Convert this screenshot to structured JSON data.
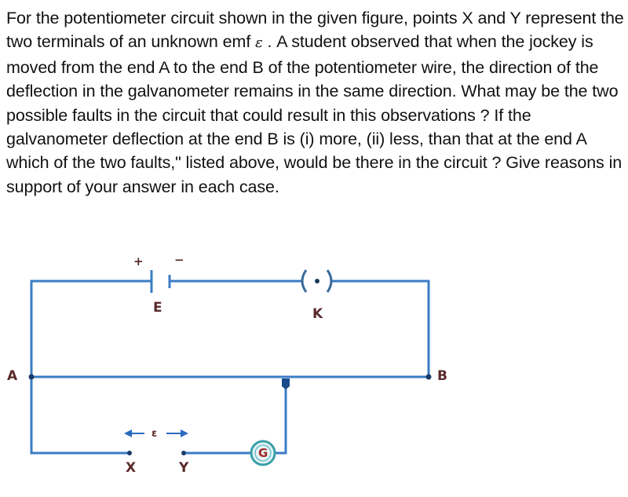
{
  "question": {
    "part1": "For the potentiometer circuit shown in the given figure, points X and Y represent the two terminals of an unknown emf",
    "emf_symbol": "ε",
    "part2": ". A student observed that when the jockey is moved from the end A to the end B of the potentiometer wire, the direction of the deflection in the galvanometer remains in the same direction. What may be the two possible faults in the circuit that could result in this observations ? If the galvanometer deflection at the end B is (i) more, (ii) less, than that at the end A which of the two faults,\" listed above, would be there in the circuit ? Give reasons in support of your answer in each case."
  },
  "figure": {
    "labels": {
      "cell": "E",
      "cell_plus": "+",
      "cell_minus": "−",
      "key": "K",
      "end_a": "A",
      "end_b": "B",
      "terminal_x": "X",
      "terminal_y": "Y",
      "emf": "ε",
      "galvanometer": "G"
    },
    "colors": {
      "wire": "#3a7cc4",
      "label": "#5a2a2a",
      "galvanometer_ring": "#3aa0a8",
      "galvanometer_text": "#a02828"
    }
  }
}
